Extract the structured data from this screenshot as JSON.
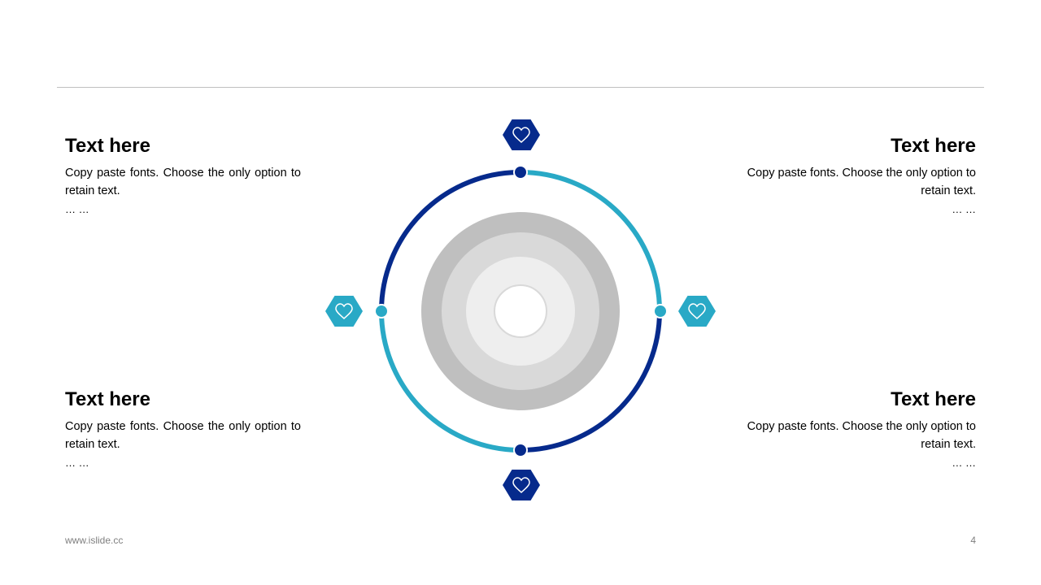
{
  "blocks": [
    {
      "title": "Text here",
      "body": "Copy paste fonts. Choose the only option to retain text.",
      "ellipsis": "… …"
    },
    {
      "title": "Text here",
      "body": "Copy paste fonts. Choose the only option to retain text.",
      "ellipsis": "… …"
    },
    {
      "title": "Text here",
      "body": "Copy paste fonts. Choose the only option to retain text.",
      "ellipsis": "… …"
    },
    {
      "title": "Text here",
      "body": "Copy paste fonts. Choose the only option to retain text.",
      "ellipsis": "… …"
    }
  ],
  "icons": [
    "heart-icon",
    "heart-icon",
    "heart-icon",
    "heart-icon"
  ],
  "colors": {
    "navy": "#062a8c",
    "teal": "#29a9c6",
    "gray_outer": "#bfbfbf",
    "gray_mid": "#d9d9d9",
    "gray_inner": "#eeeeee",
    "rule": "#bfbfbf"
  },
  "footer": {
    "url": "www.islide.cc",
    "page": "4"
  }
}
